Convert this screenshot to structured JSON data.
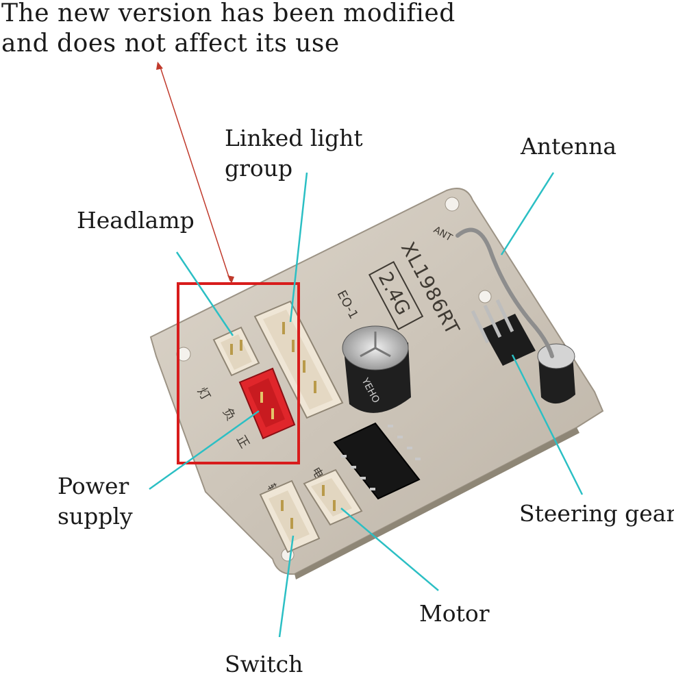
{
  "note": {
    "line1": "The new version has been modified",
    "line2": "and does not affect its use"
  },
  "labels": {
    "linked_light_line1": "Linked light",
    "linked_light_line2": "group",
    "antenna": "Antenna",
    "headlamp": "Headlamp",
    "power_line1": "Power",
    "power_line2": "supply",
    "steering_gear": "Steering gear",
    "motor": "Motor",
    "switch": "Switch"
  },
  "board_text": {
    "model": "XL1986RT",
    "band": "2.4G",
    "ant": "ANT",
    "eo": "EO-1",
    "cap_text": "YEHO",
    "pin_neg": "负",
    "pin_pos": "正",
    "chinese_a": "灯",
    "chinese_b": "转",
    "chinese_c": "电"
  },
  "colors": {
    "callout_line": "#2bbfc4",
    "highlight_box": "#d81c1c",
    "note_arrow": "#c0392b",
    "board": "#cfc8bd",
    "red_connector": "#e0262b"
  }
}
